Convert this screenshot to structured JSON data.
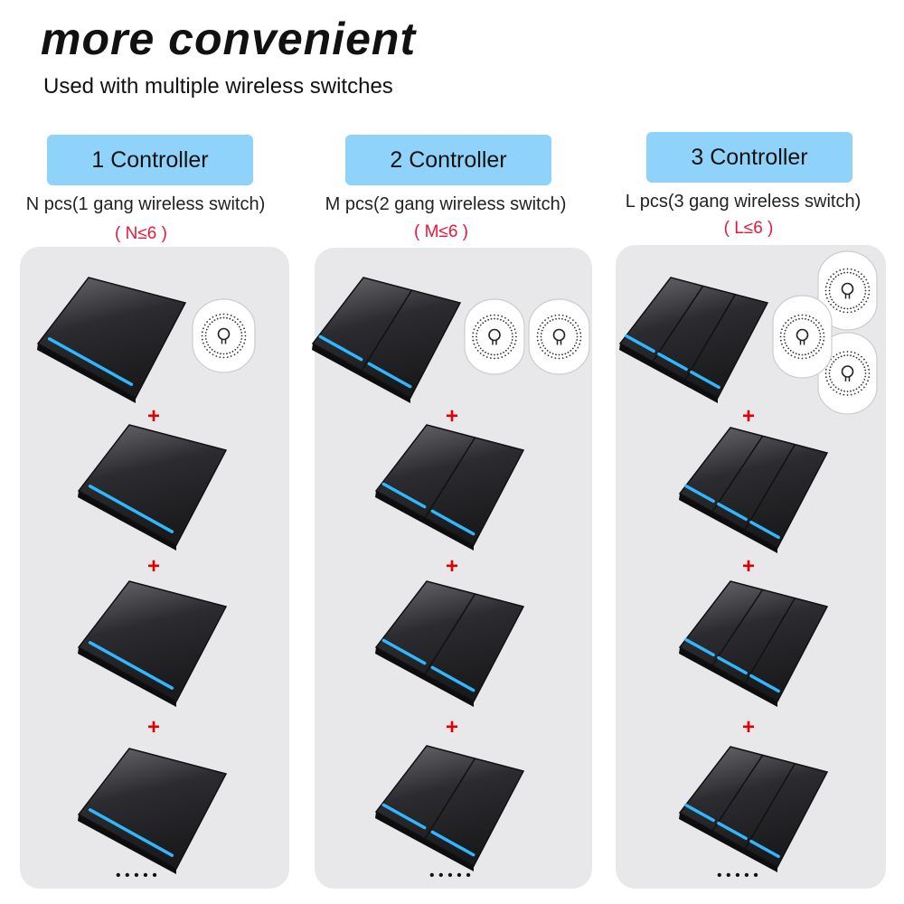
{
  "header": {
    "title": "more convenient",
    "subtitle": "Used with multiple wireless switches"
  },
  "columns": [
    {
      "button": "1 Controller",
      "desc": "N pcs(1 gang wireless switch)",
      "limit": "( N≤6 )",
      "gangs": 1,
      "controllers": 1
    },
    {
      "button": "2 Controller",
      "desc": "M pcs(2 gang wireless switch)",
      "limit": "( M≤6 )",
      "gangs": 2,
      "controllers": 2
    },
    {
      "button": "3 Controller",
      "desc": "L pcs(3 gang wireless switch)",
      "limit": "( L≤6 )",
      "gangs": 3,
      "controllers": 3
    }
  ],
  "plus": "+",
  "more": "• • • • •",
  "colors": {
    "button": "#8fd3fb",
    "limit": "#e8173a",
    "led": "#2fb8ff",
    "plus": "#e00000"
  }
}
